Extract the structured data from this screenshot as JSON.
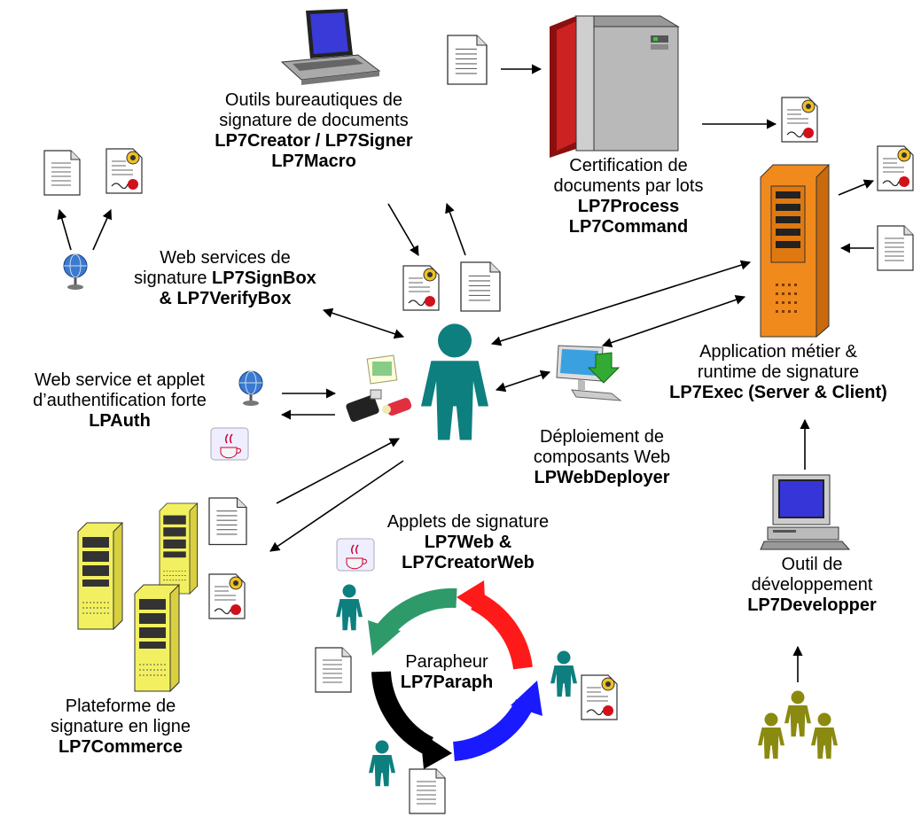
{
  "labels": {
    "office": {
      "line1": "Outils bureautiques de",
      "line2": "signature de documents",
      "line3": "LP7Creator / LP7Signer",
      "line4": "LP7Macro"
    },
    "batch": {
      "line1": "Certification de",
      "line2": "documents par lots",
      "line3": "LP7Process",
      "line4": "LP7Command"
    },
    "webservices": {
      "line1": "Web services de",
      "line2a": "signature ",
      "line2b": "LP7SignBox",
      "line3": "& LP7VerifyBox"
    },
    "auth": {
      "line1": "Web service et applet",
      "line2": "d’authentification forte",
      "line3": "LPAuth"
    },
    "business": {
      "line1": "Application métier &",
      "line2": "runtime de signature",
      "line3": "LP7Exec (Server & Client)"
    },
    "deploy": {
      "line1": "Déploiement de",
      "line2": "composants Web",
      "line3": "LPWebDeployer"
    },
    "applets": {
      "line1": "Applets de signature",
      "line2": "LP7Web &",
      "line3": "LP7CreatorWeb"
    },
    "paraph": {
      "line1": "Parapheur",
      "line2": "LP7Paraph"
    },
    "devtool": {
      "line1": "Outil de",
      "line2": "développement",
      "line3": "LP7Developper"
    },
    "platform": {
      "line1": "Plateforme de",
      "line2": "signature en ligne",
      "line3": "LP7Commerce"
    }
  },
  "icons": [
    "laptop-icon",
    "server-tower-icon",
    "orange-server-icon",
    "globe-icon",
    "java-icon",
    "user-icon",
    "monitor-download-icon",
    "desktop-computer-icon",
    "yellow-server-icon",
    "usb-token-icon",
    "document-icon",
    "signed-document-icon",
    "user-group-icon"
  ],
  "colors": {
    "user": "#0e7f7f",
    "red_server": "#cc2222",
    "orange_server": "#f08a1c",
    "yellow_server": "#f2f060",
    "cycle_green": "#2e9a6a",
    "cycle_red": "#ff1a1a",
    "cycle_blue": "#1a1aff",
    "cycle_black": "#000000",
    "dev_group": "#8a8a10"
  }
}
